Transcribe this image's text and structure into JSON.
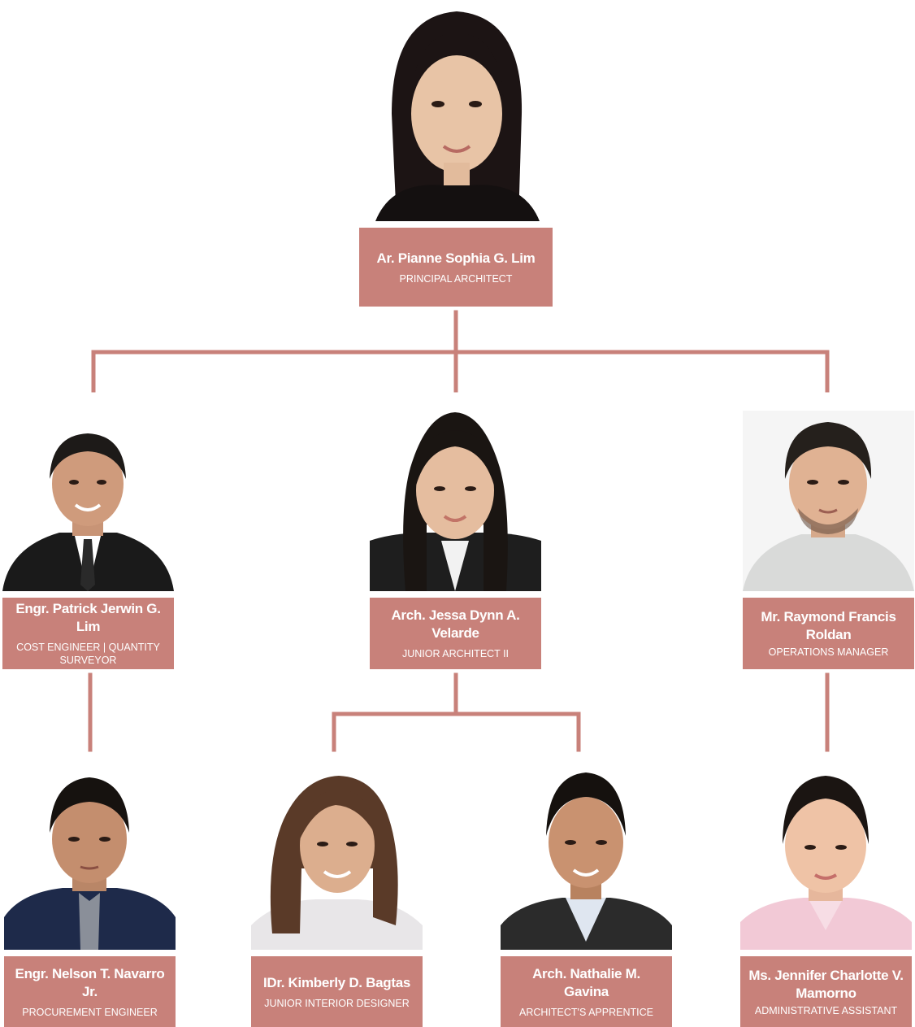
{
  "people": [
    {
      "id": "pianne",
      "name": "Ar. Pianne Sophia G. Lim",
      "role": "PRINCIPAL ARCHITECT"
    },
    {
      "id": "patrick",
      "name": "Engr. Patrick Jerwin G. Lim",
      "role": "COST ENGINEER | QUANTITY SURVEYOR"
    },
    {
      "id": "jessa",
      "name": "Arch. Jessa Dynn A. Velarde",
      "role": "JUNIOR ARCHITECT II"
    },
    {
      "id": "raymond",
      "name": "Mr. Raymond Francis Roldan",
      "role": "OPERATIONS MANAGER"
    },
    {
      "id": "nelson",
      "name": "Engr. Nelson T. Navarro Jr.",
      "role": "PROCUREMENT ENGINEER"
    },
    {
      "id": "kimberly",
      "name": "IDr. Kimberly D. Bagtas",
      "role": "JUNIOR INTERIOR DESIGNER"
    },
    {
      "id": "nathalie",
      "name": "Arch. Nathalie M. Gavina",
      "role": "ARCHITECT'S APPRENTICE"
    },
    {
      "id": "jennifer",
      "name": "Ms. Jennifer Charlotte V. Mamorno",
      "role": "ADMINISTRATIVE ASSISTANT"
    }
  ],
  "colors": {
    "card": "#c8817a",
    "connector": "#c8817a",
    "text": "#ffffff"
  }
}
